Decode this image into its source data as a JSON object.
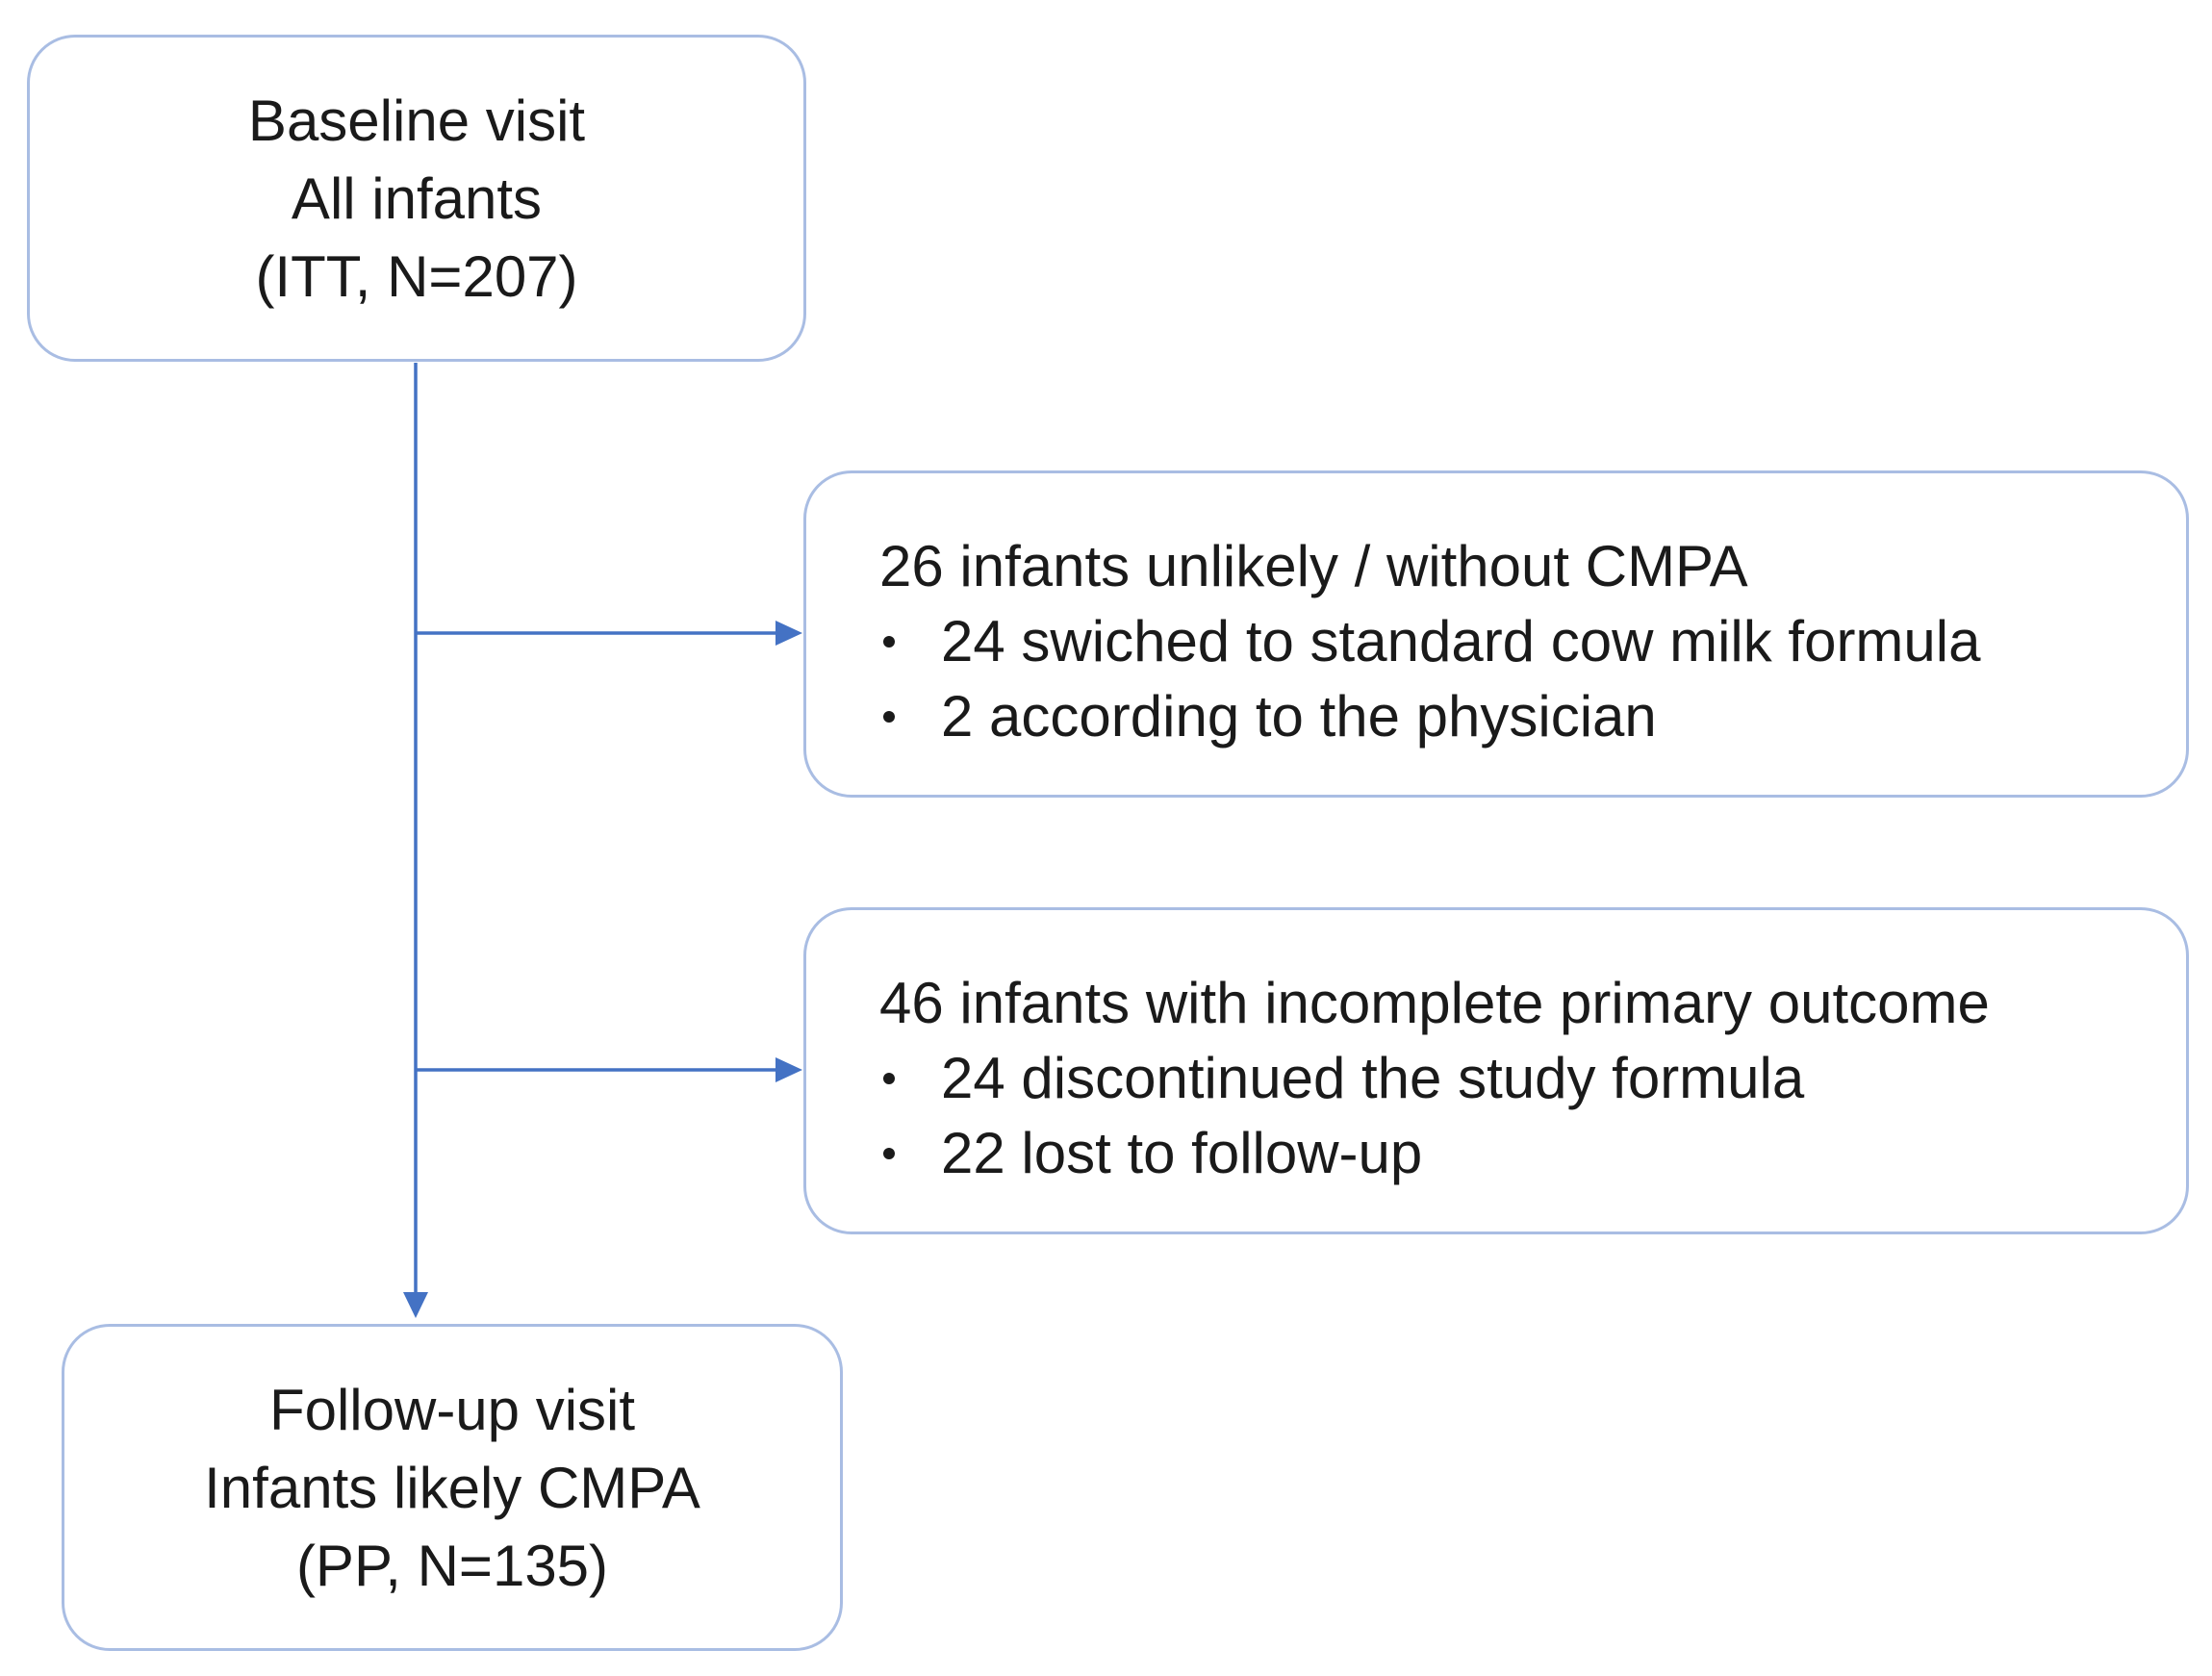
{
  "colors": {
    "box_border": "#a9bde3",
    "connector": "#4472c4",
    "text": "#1a1a1a"
  },
  "baseline": {
    "lines": [
      "Baseline visit",
      "All infants",
      "(ITT, N=207)"
    ]
  },
  "exclusion_cmpa": {
    "heading": "26 infants unlikely / without CMPA",
    "bullets": [
      "24 swiched to standard cow milk formula",
      "2 according to the physician"
    ]
  },
  "exclusion_outcome": {
    "heading": "46 infants with incomplete primary outcome",
    "bullets": [
      "24 discontinued the study formula",
      "22 lost to follow-up"
    ]
  },
  "followup": {
    "lines": [
      "Follow-up visit",
      "Infants likely CMPA",
      "(PP, N=135)"
    ]
  }
}
